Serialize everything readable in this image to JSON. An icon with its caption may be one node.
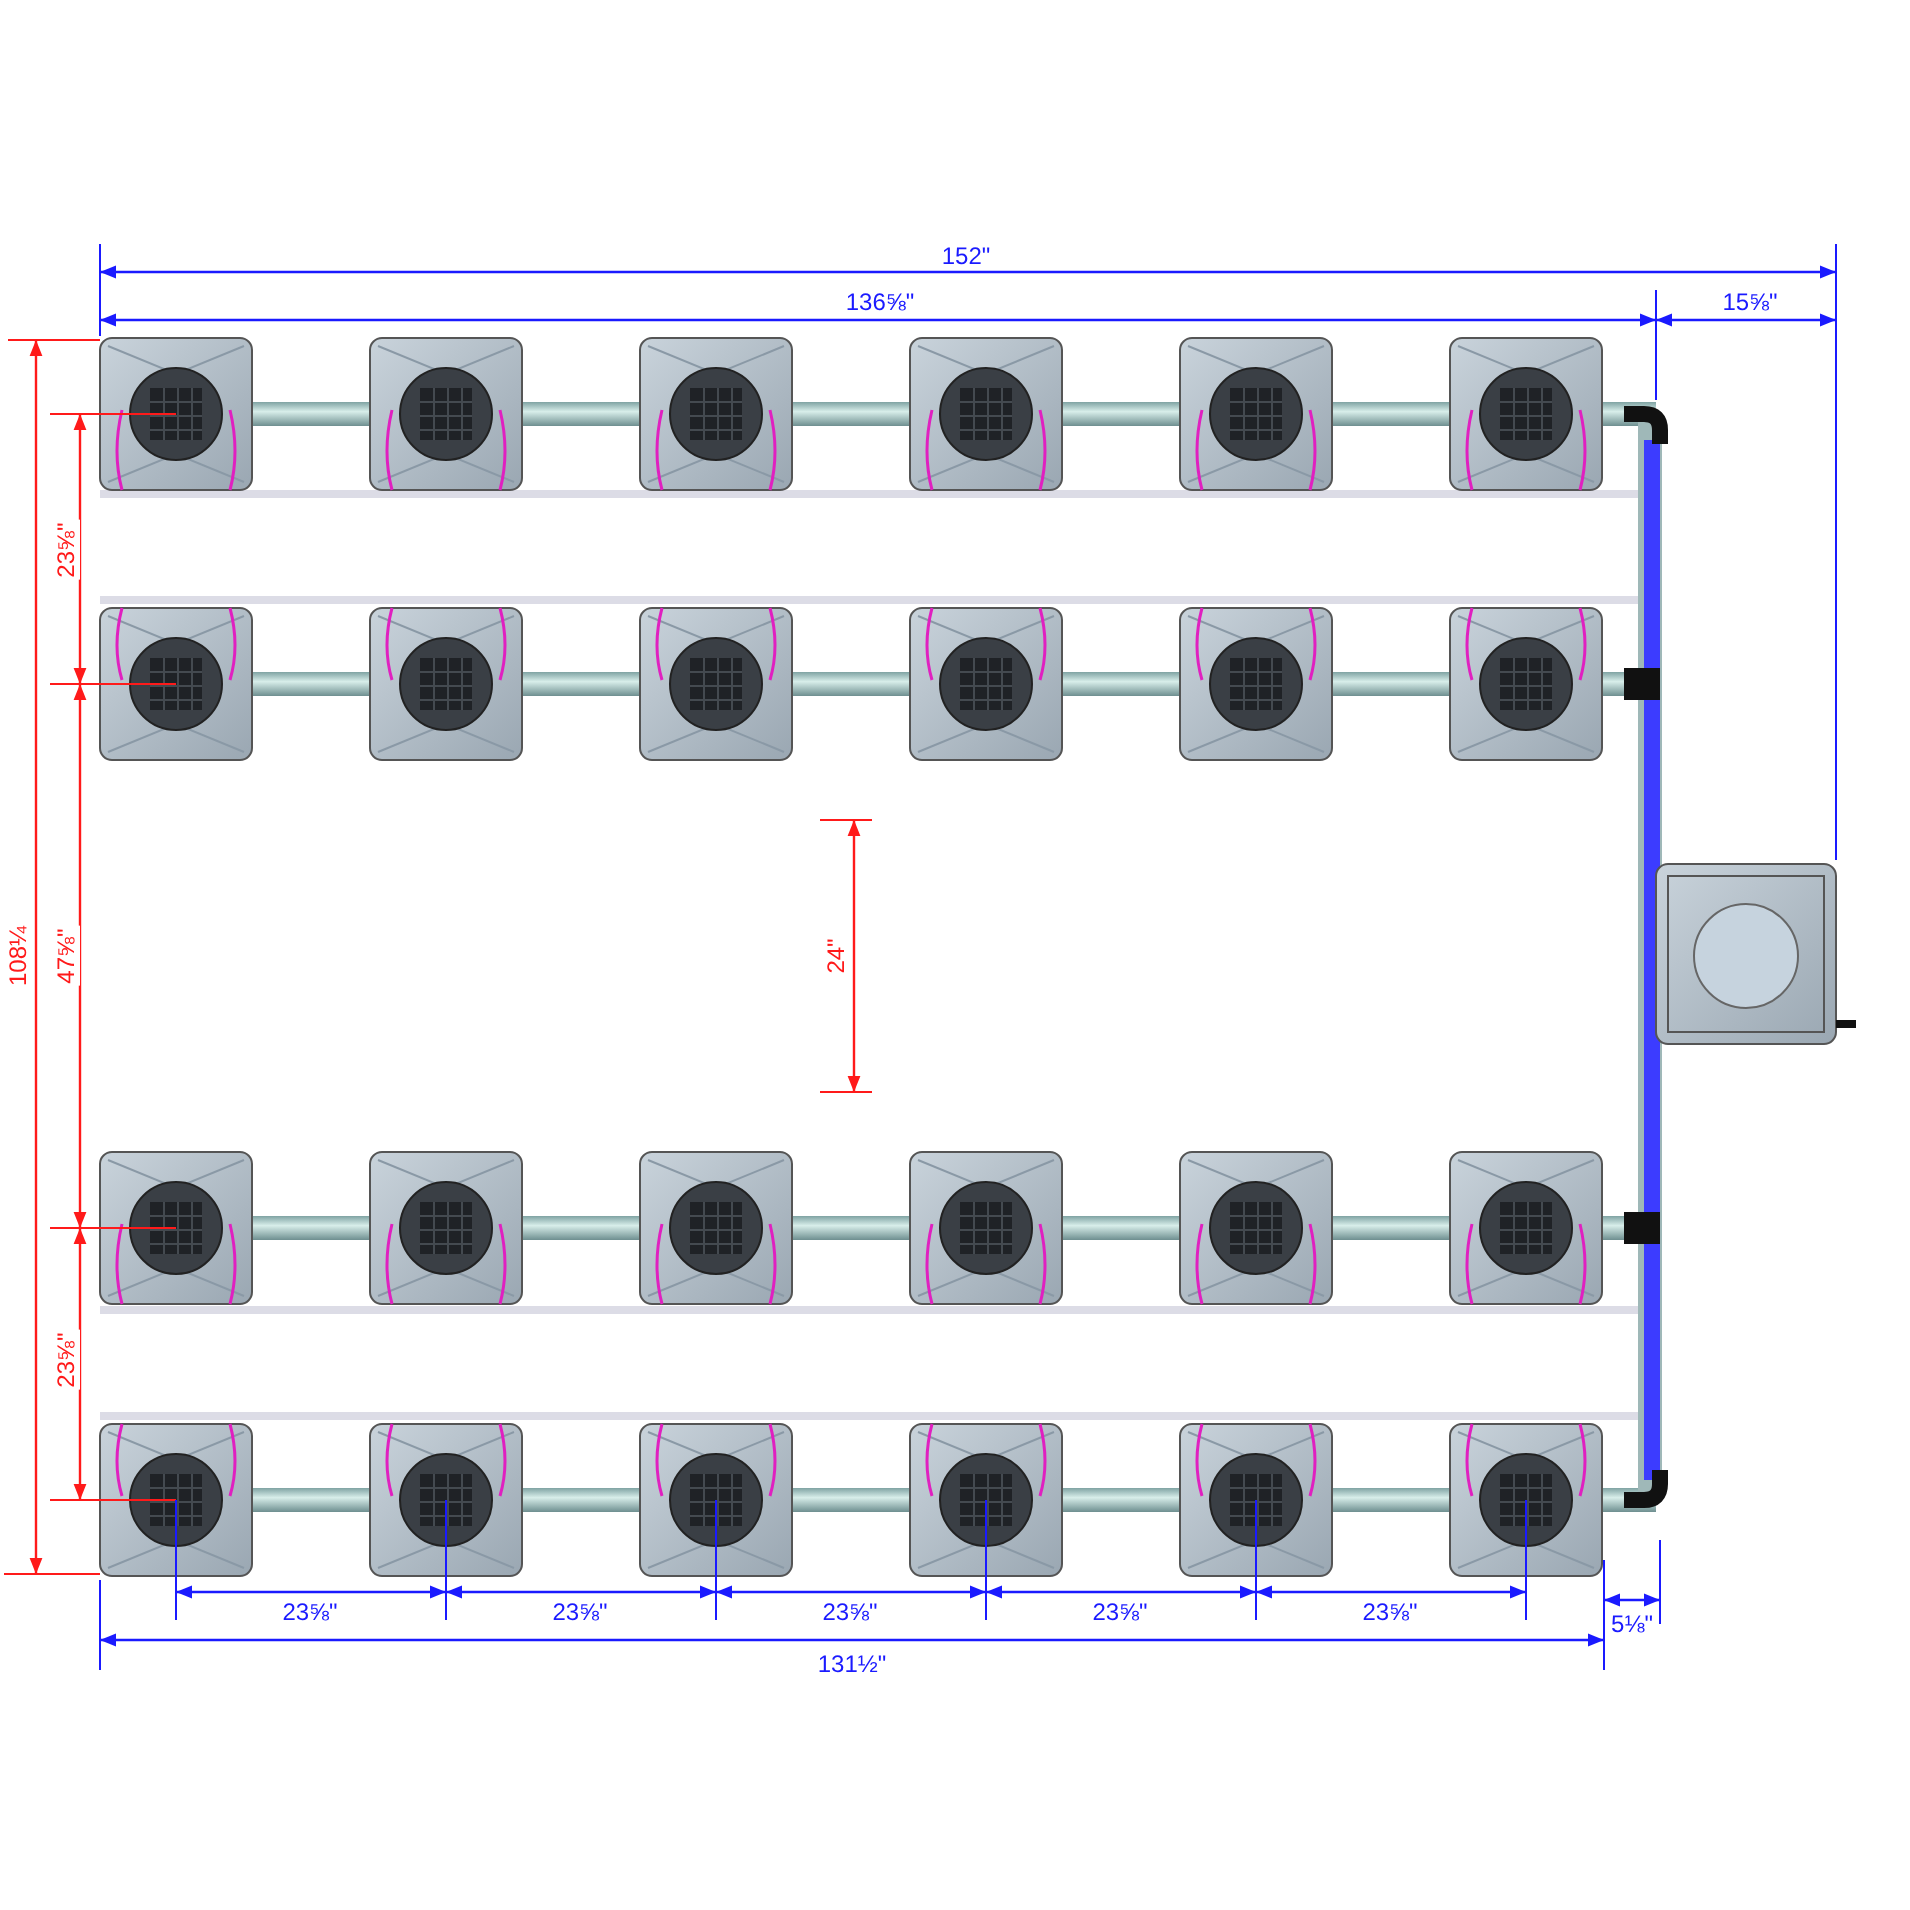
{
  "diagram": {
    "labels": [
      "152\"",
      "136⅝\"",
      "15⅝\"",
      "23⅝\"",
      "108¼",
      "47⅝\"",
      "24\"",
      "23⅝\"",
      "23⅝\"",
      "23⅝\"",
      "23⅝\"",
      "23⅝\"",
      "23⅝\"",
      "5⅛\"",
      "131½\""
    ]
  }
}
